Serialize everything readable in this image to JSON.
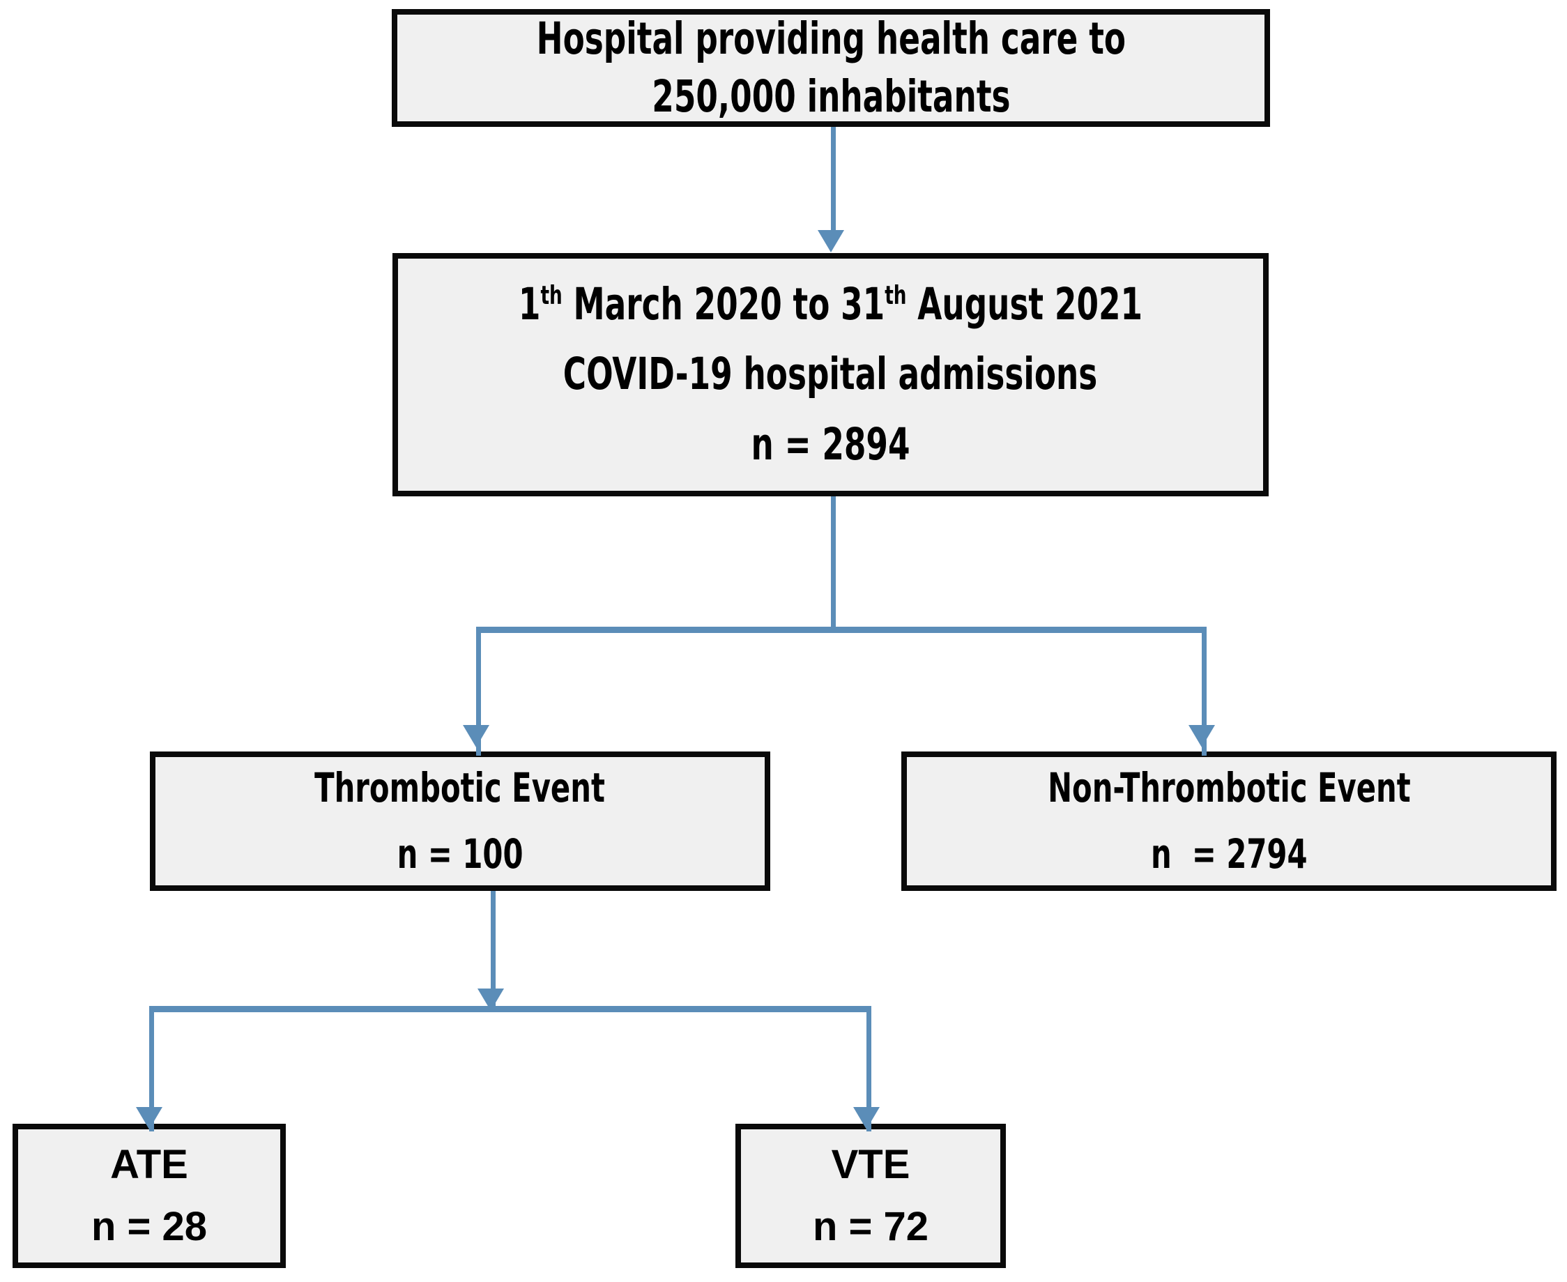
{
  "diagram": {
    "title": "COVID-19 hospital admissions thrombotic event flow diagram",
    "type": "flowchart",
    "colors": {
      "box_fill": "#F0F0F0",
      "box_border": "#0A0A0A",
      "connector": "#5B8DB8",
      "text": "#000000",
      "background": "#FFFFFF"
    }
  },
  "nodes": {
    "hospital": {
      "line1": "Hospital providing health care to",
      "line2": "250,000 inhabitants"
    },
    "admissions": {
      "line1_prefix": "1",
      "line1_sup1": "th",
      "line1_mid": " March 2020 to 31",
      "line1_sup2": "th",
      "line1_suffix": " August 2021",
      "line2": "COVID-19 hospital admissions",
      "line3": "n = 2894"
    },
    "thrombotic": {
      "label": "Thrombotic Event",
      "count": "n = 100"
    },
    "non_thrombotic": {
      "label": "Non-Thrombotic Event",
      "count": "n  = 2794"
    },
    "ate": {
      "label": "ATE",
      "count": "n = 28"
    },
    "vte": {
      "label": "VTE",
      "count": "n = 72"
    }
  },
  "connectors": [
    {
      "name": "hospital-to-admissions",
      "from": "hospital",
      "to": "admissions",
      "style": "straight-arrow"
    },
    {
      "name": "admissions-to-thrombotic",
      "from": "admissions",
      "to": "thrombotic",
      "style": "split-arrow"
    },
    {
      "name": "admissions-to-non-thrombotic",
      "from": "admissions",
      "to": "non_thrombotic",
      "style": "split-arrow"
    },
    {
      "name": "thrombotic-to-ate",
      "from": "thrombotic",
      "to": "ate",
      "style": "split-arrow"
    },
    {
      "name": "thrombotic-to-vte",
      "from": "thrombotic",
      "to": "vte",
      "style": "split-arrow"
    }
  ]
}
